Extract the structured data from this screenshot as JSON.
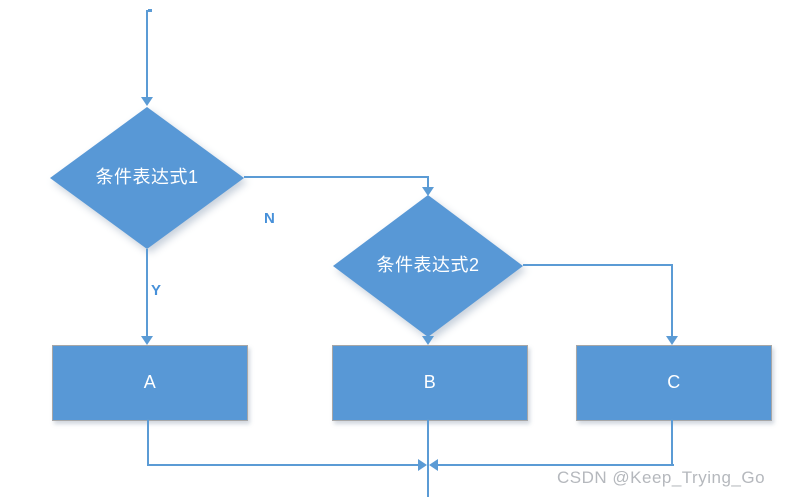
{
  "diagram": {
    "type": "flowchart",
    "nodes": [
      {
        "id": "cond1",
        "shape": "diamond",
        "label": "条件表达式1"
      },
      {
        "id": "cond2",
        "shape": "diamond",
        "label": "条件表达式2"
      },
      {
        "id": "A",
        "shape": "rect",
        "label": "A"
      },
      {
        "id": "B",
        "shape": "rect",
        "label": "B"
      },
      {
        "id": "C",
        "shape": "rect",
        "label": "C"
      }
    ],
    "edges": [
      {
        "from": "start",
        "to": "cond1",
        "label": ""
      },
      {
        "from": "cond1",
        "to": "A",
        "label": "Y"
      },
      {
        "from": "cond1",
        "to": "cond2",
        "label": "N"
      },
      {
        "from": "cond2",
        "to": "B",
        "label": ""
      },
      {
        "from": "cond2",
        "to": "C",
        "label": ""
      },
      {
        "from": "A",
        "to": "merge",
        "label": ""
      },
      {
        "from": "C",
        "to": "merge",
        "label": ""
      },
      {
        "from": "B",
        "to": "exit",
        "label": ""
      }
    ],
    "colors": {
      "shape_fill": "#5898D6",
      "line": "#5B9BD5",
      "branch_label": "#4690D9",
      "shape_text": "#FFFFFF",
      "rect_border": "#A7A7A7",
      "watermark": "#B5B8BD"
    }
  },
  "watermark": {
    "text": "CSDN @Keep_Trying_Go"
  }
}
